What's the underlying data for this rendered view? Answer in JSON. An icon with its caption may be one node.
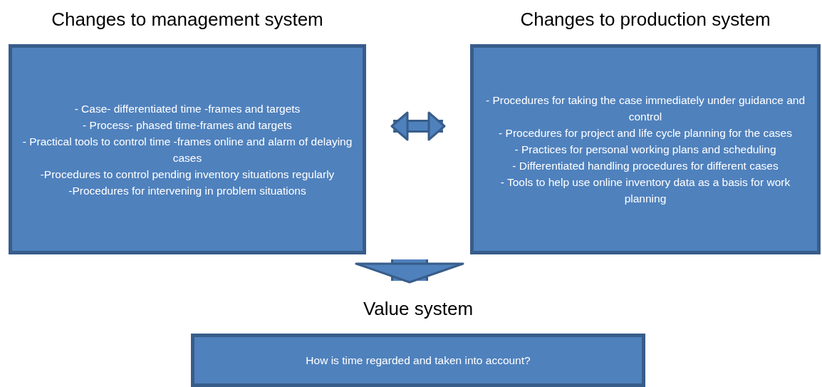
{
  "diagram": {
    "nodes": [
      {
        "text": [
          "Changes to management system",
          "- Case- differentiated time -frames and targets",
          "- Process- phased time-frames and targets",
          "- Practical tools to control time -frames online and alarm of delaying cases",
          "-Procedures to control pending inventory situations regularly",
          "-Procedures for intervening in problem situations"
        ]
      },
      {
        "text": [
          "Changes to production system",
          "- Procedures for taking the case immediately under guidance and control",
          "- Procedures for project and life cycle planning for the cases",
          "- Practices for personal working plans and scheduling",
          "- Differentiated handling procedures for different cases",
          "- Tools to help use online inventory data as a basis for work planning"
        ]
      },
      {
        "text": [
          "Value system",
          "How is time regarded and taken into account?"
        ]
      }
    ],
    "edges": [
      {
        "from": 0,
        "to": 1,
        "arrow": "both"
      },
      {
        "from": null,
        "to": 2,
        "arrow": "to",
        "style": "thick"
      }
    ]
  }
}
